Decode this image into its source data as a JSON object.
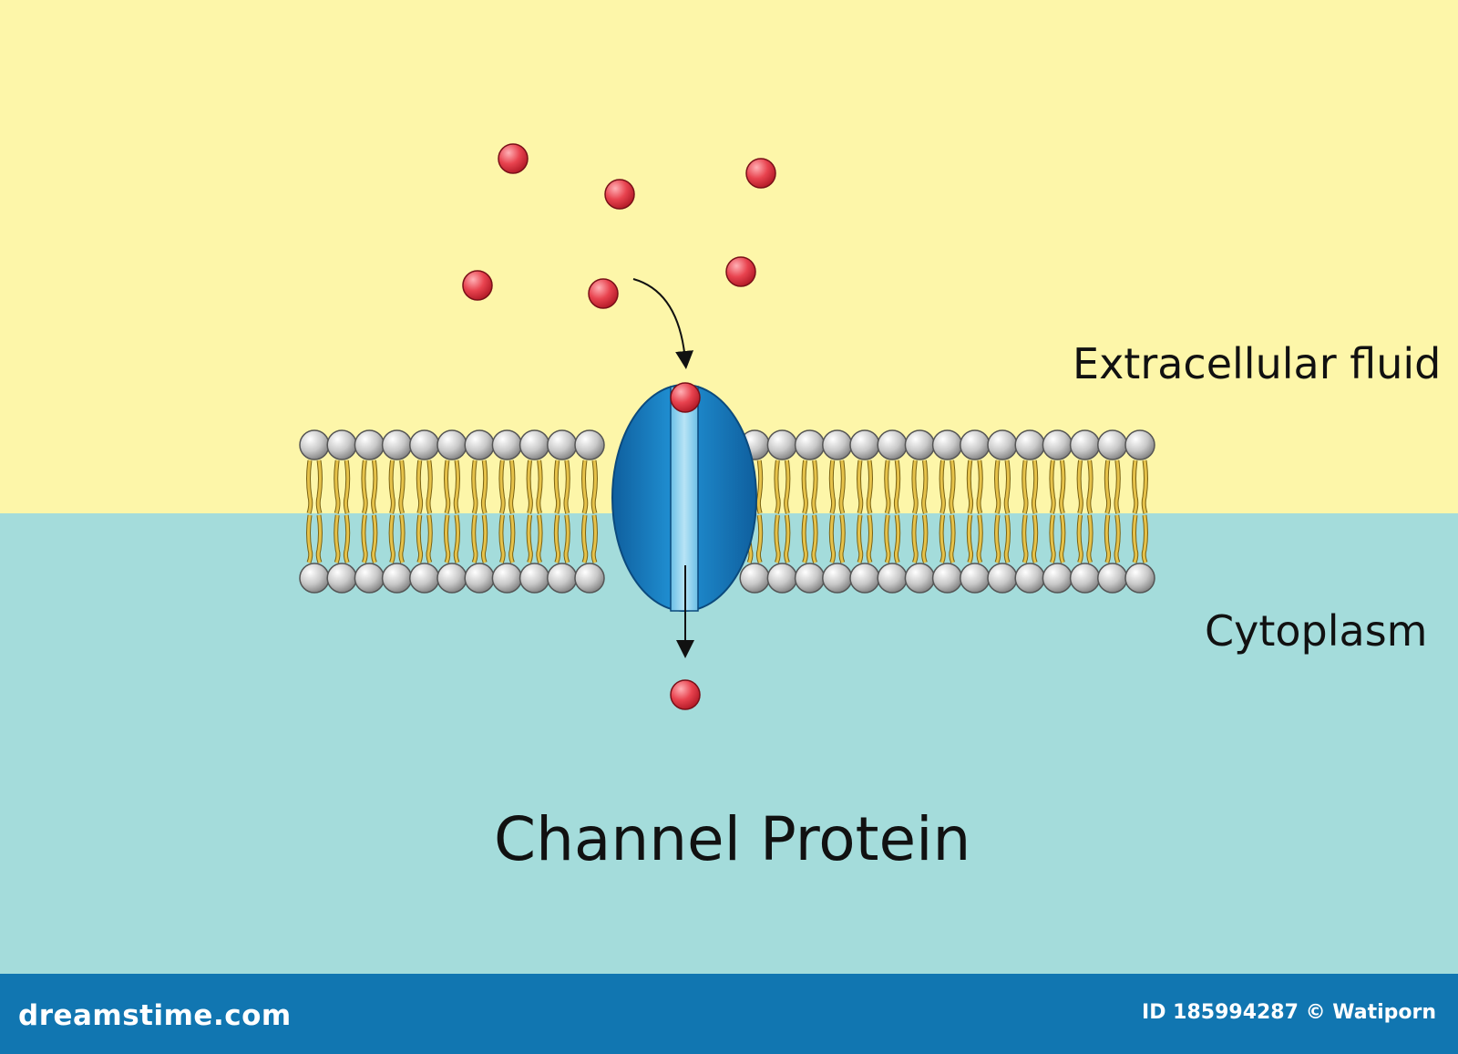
{
  "labels": {
    "extracellular": "Extracellular fluid",
    "cytoplasm": "Cytoplasm",
    "title": "Channel Protein"
  },
  "footer": {
    "logo": "dreamstime.com",
    "credit": "ID 185994287 © Watiporn"
  },
  "colors": {
    "extracellular_bg": "#fdf6a9",
    "cytoplasm_bg": "#a4dcdb",
    "footer_bg": "#1176b1",
    "lipid_head": "#c9c9c9",
    "lipid_tail": "#e6c24a",
    "protein": "#1a7fc4",
    "channel": "#8fd0ee",
    "molecule": "#e8434f"
  }
}
